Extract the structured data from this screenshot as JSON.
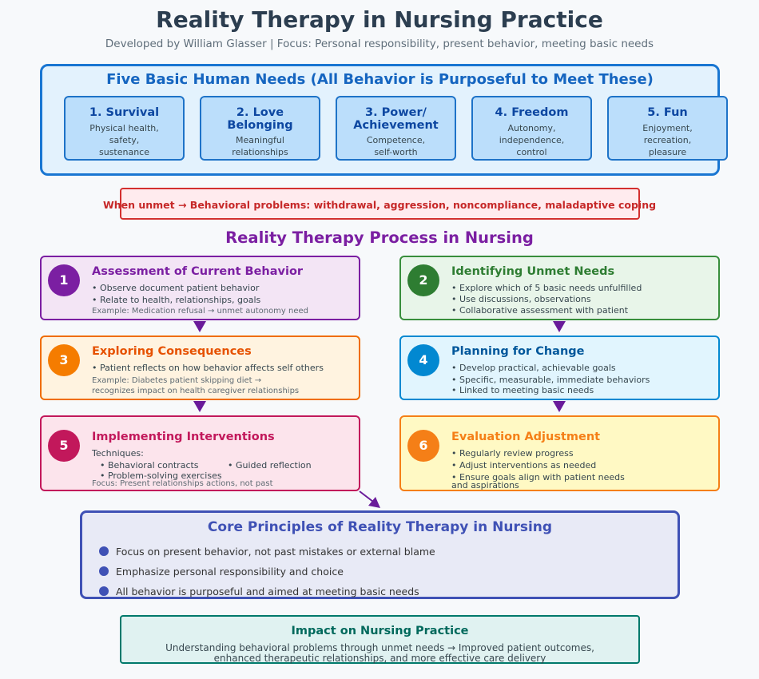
{
  "header": {
    "title": "Reality Therapy in Nursing Practice",
    "subtitle": "Developed by William Glasser | Focus: Personal responsibility, present behavior, meeting basic needs"
  },
  "needs": {
    "title": "Five Basic Human Needs (All Behavior is Purposeful to Meet These)",
    "items": [
      {
        "line1": "1. Survival",
        "line2": "",
        "desc": [
          "Physical health,",
          "safety,",
          "sustenance"
        ]
      },
      {
        "line1": "2. Love",
        "line2": "Belonging",
        "desc": [
          "Meaningful",
          "relationships"
        ]
      },
      {
        "line1": "3. Power/",
        "line2": "Achievement",
        "desc": [
          "Competence,",
          "self-worth"
        ]
      },
      {
        "line1": "4. Freedom",
        "line2": "",
        "desc": [
          "Autonomy,",
          "independence,",
          "control"
        ]
      },
      {
        "line1": "5. Fun",
        "line2": "",
        "desc": [
          "Enjoyment,",
          "recreation,",
          "pleasure"
        ]
      }
    ]
  },
  "unmet": "When unmet → Behavioral problems: withdrawal, aggression, noncompliance, maladaptive coping",
  "process": {
    "title": "Reality Therapy Process in Nursing",
    "steps": [
      {
        "number": "1",
        "title": "Assessment of Current Behavior",
        "bullets": [
          "• Observe document patient behavior",
          "• Relate to health, relationships, goals"
        ],
        "example": [
          "Example: Medication refusal → unmet autonomy need"
        ]
      },
      {
        "number": "2",
        "title": "Identifying Unmet Needs",
        "bullets": [
          "• Explore which of 5 basic needs unfulfilled",
          "• Use discussions, observations",
          "• Collaborative assessment with patient"
        ]
      },
      {
        "number": "3",
        "title": "Exploring Consequences",
        "bullets": [
          "• Patient reflects on how behavior affects self others"
        ],
        "example": [
          "Example: Diabetes patient skipping diet →",
          "recognizes impact on health caregiver relationships"
        ]
      },
      {
        "number": "4",
        "title": "Planning for Change",
        "bullets": [
          "• Develop practical, achievable goals",
          "• Specific, measurable, immediate behaviors",
          "• Linked to meeting basic needs"
        ]
      },
      {
        "number": "5",
        "title": "Implementing Interventions",
        "techniques_label": "Techniques:",
        "techniques": [
          "• Behavioral contracts",
          "• Guided reflection",
          "• Problem-solving exercises"
        ],
        "focus": "Focus: Present relationships actions, not past"
      },
      {
        "number": "6",
        "title": "Evaluation Adjustment",
        "bullets": [
          "• Regularly review progress",
          "• Adjust interventions as needed",
          "• Ensure goals align with patient needs",
          "and aspirations"
        ]
      }
    ]
  },
  "core": {
    "title": "Core Principles of Reality Therapy in Nursing",
    "points": [
      "Focus on present behavior, not past mistakes or external blame",
      "Emphasize personal responsibility and choice",
      "All behavior is purposeful and aimed at meeting basic needs"
    ]
  },
  "impact": {
    "title": "Impact on Nursing Practice",
    "lines": [
      "Understanding behavioral problems through unmet needs → Improved patient outcomes,",
      "enhanced therapeutic relationships, and more effective care delivery"
    ]
  },
  "colors": {
    "step1": "#7b1fa2",
    "step2": "#2e7d32",
    "step3": "#ef6c00",
    "step4": "#0277bd",
    "step5": "#c2185b",
    "step6": "#f57f17",
    "arrow": "#6a1b9a"
  }
}
